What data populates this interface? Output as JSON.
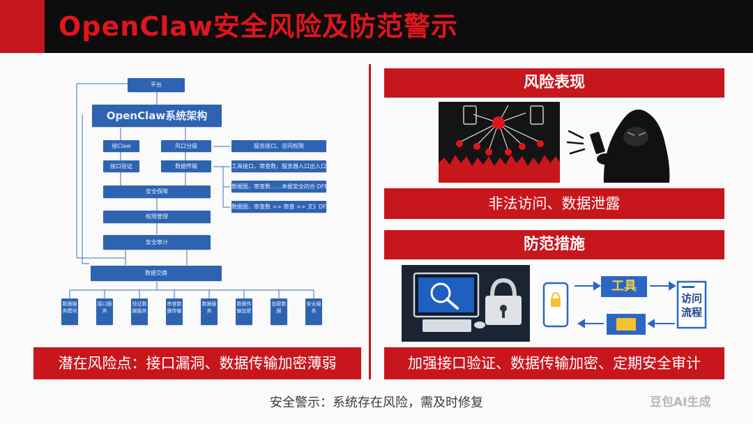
{
  "header": {
    "title": "OpenClaw安全风险及防范警示"
  },
  "left": {
    "diagram": {
      "top_box": "平台",
      "main_box": "OpenClaw系统架构",
      "row1_left": "接Claw",
      "row1_right": "风口分级",
      "row2_left": "接口验证",
      "row2_right": "数据传输",
      "right_1": "服务接口、访问权限",
      "right_2": "工具接口，审查数，服务器入口出入口",
      "right_3": "数据图，审查数……本据安全的合 DFF",
      "right_4": "数据图，审查数 >> 审查 >> 文》DFF",
      "mid_1": "安全保障",
      "mid_2": "权限管理",
      "mid_3": "安全审计",
      "bus": "数据交换",
      "bottom": [
        "数据服务模块",
        "接口服务",
        "验证数据服务",
        "审查数据传输",
        "数据服务",
        "数据传输加密",
        "加密数据",
        "安全服务"
      ]
    },
    "caption": "潜在风险点：接口漏洞、数据传输加密薄弱"
  },
  "right": {
    "risk_title": "风险表现",
    "risk_caption": "非法访问、数据泄露",
    "defense_title": "防范措施",
    "tool_label": "工具",
    "flow_label": "访问\n流程",
    "defense_caption": "加强接口验证、数据传输加密、定期安全审计"
  },
  "footer": {
    "note": "安全警示：系统存在风险，需及时修复"
  },
  "watermark": "豆包AI生成",
  "colors": {
    "accent_red": "#c8161d",
    "title_red": "#e3141c",
    "flow_blue": "#2e63b1",
    "header_black": "#0d0d0d"
  }
}
